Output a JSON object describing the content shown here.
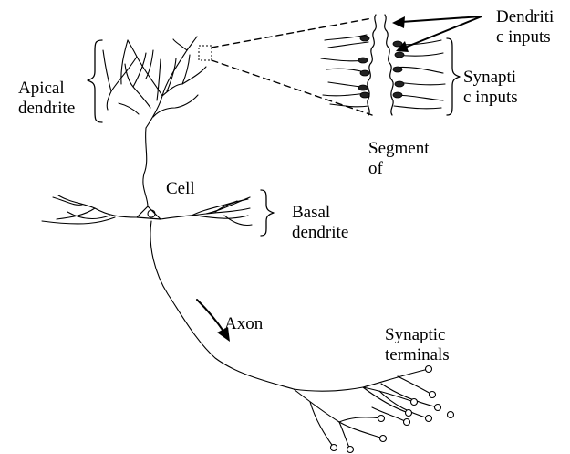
{
  "labels": {
    "dendritic_inputs": [
      "Dendriti",
      "c inputs"
    ],
    "synaptic_inputs": [
      "Synapti",
      "c inputs"
    ],
    "apical_dendrite": [
      "Apical",
      "dendrite"
    ],
    "segment_of": [
      "Segment",
      "of"
    ],
    "cell": "Cell",
    "basal_dendrite": [
      "Basal",
      "dendrite"
    ],
    "axon": "Axon",
    "synaptic_terminals": [
      "Synaptic",
      "terminals"
    ]
  }
}
